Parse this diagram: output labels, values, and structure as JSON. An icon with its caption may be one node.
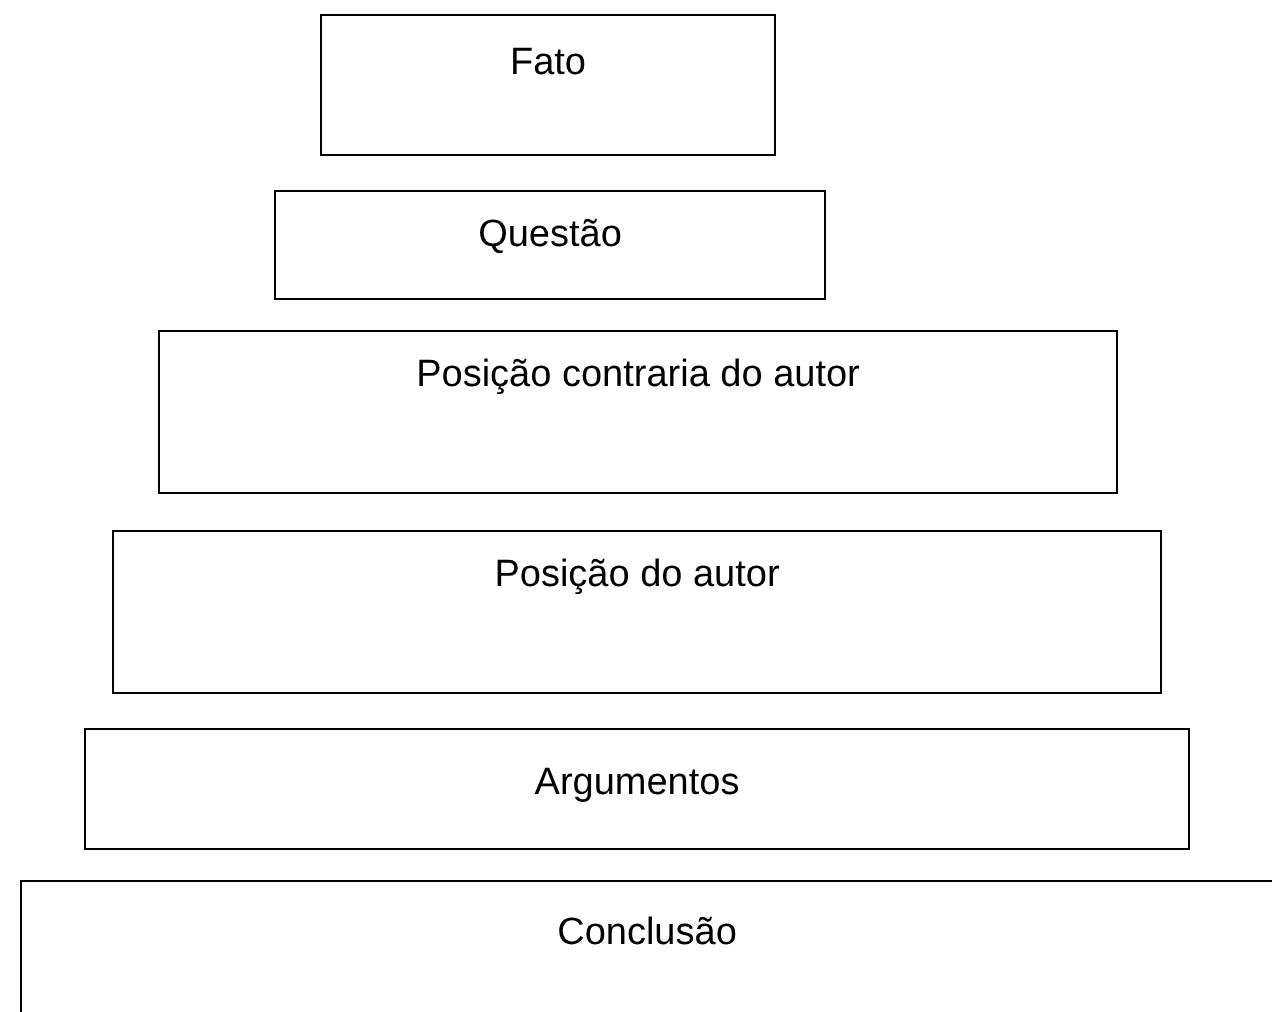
{
  "diagram": {
    "nodes": [
      {
        "text": [
          "Fato"
        ]
      },
      {
        "text": [
          "Questão"
        ]
      },
      {
        "text": [
          "Posição contraria do autor"
        ]
      },
      {
        "text": [
          "Posição do autor"
        ]
      },
      {
        "text": [
          "Argumentos"
        ]
      },
      {
        "text": [
          "Conclusão"
        ]
      }
    ]
  }
}
